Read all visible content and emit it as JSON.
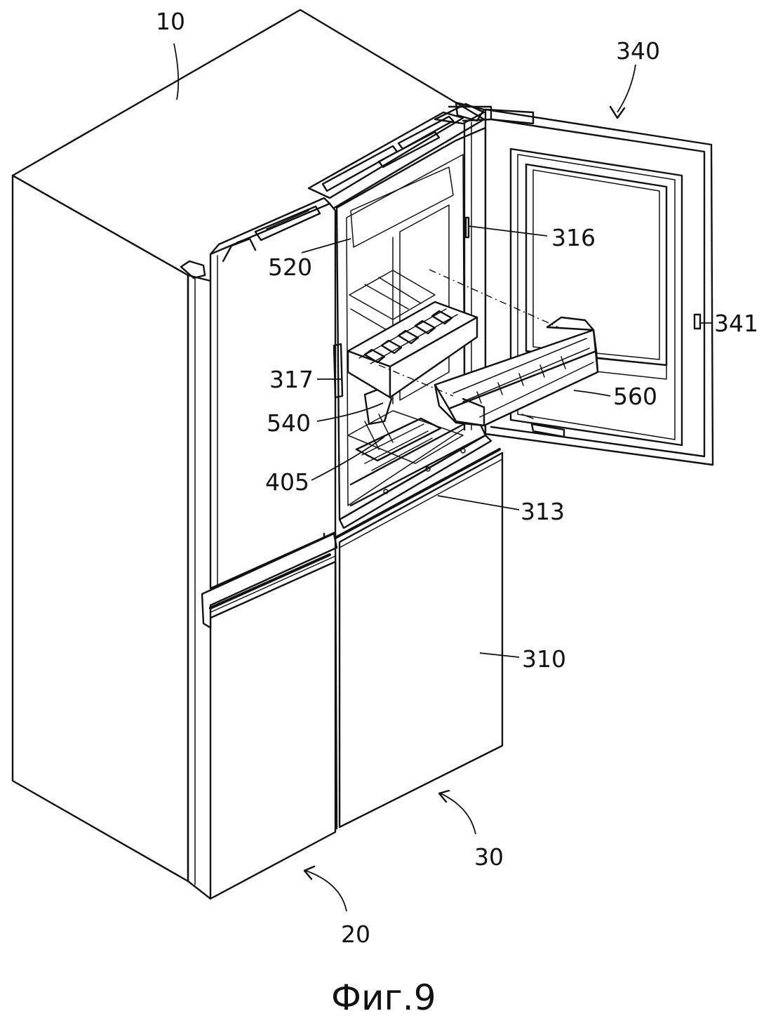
{
  "figure": {
    "caption": "Фиг.9"
  },
  "labels": {
    "l10": "10",
    "l20": "20",
    "l30": "30",
    "l310": "310",
    "l313": "313",
    "l316": "316",
    "l317": "317",
    "l340": "340",
    "l341": "341",
    "l405": "405",
    "l520": "520",
    "l540": "540",
    "l560": "560"
  },
  "colors": {
    "ink": "#111111",
    "paper": "#ffffff"
  }
}
